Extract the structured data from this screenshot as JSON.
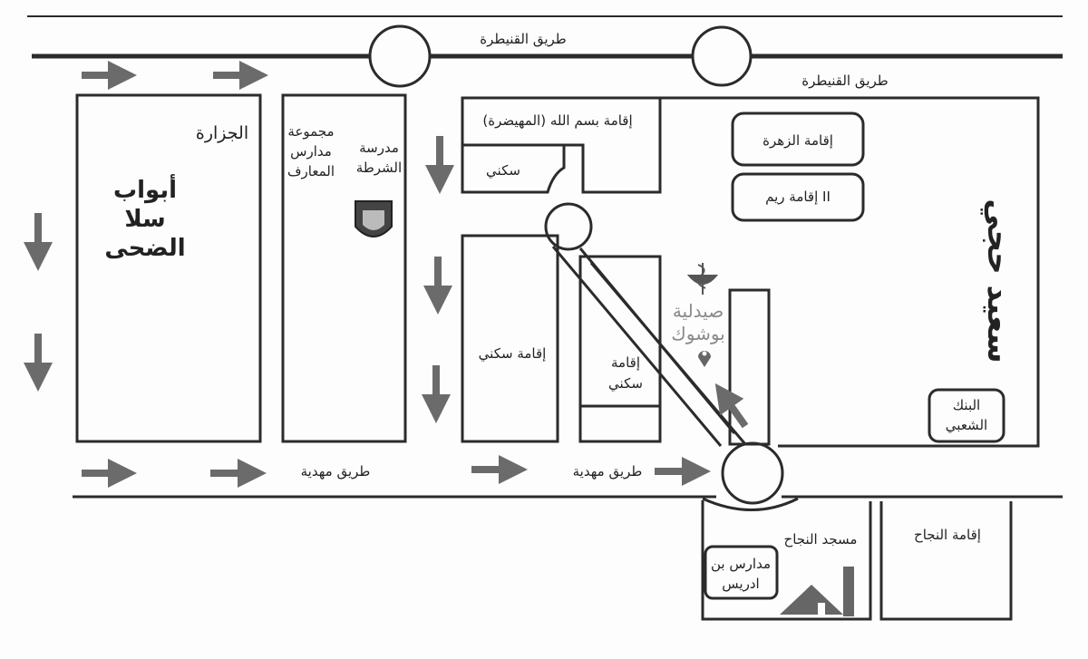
{
  "roads": {
    "top_road_1": "طريق القنيطرة",
    "top_road_2": "طريق القنيطرة",
    "bottom_road_1": "طريق مهدية",
    "bottom_road_2": "طريق مهدية",
    "right_road": "سعيد حجي"
  },
  "places": {
    "butcher": "الجزارة",
    "gate_line1": "أبواب",
    "gate_line2": "سلا",
    "gate_line3": "الضحى",
    "schools_group_line1": "مجموعة",
    "schools_group_line2": "مدارس",
    "schools_group_line3": "المعارف",
    "police_school_line1": "مدرسة",
    "police_school_line2": "الشرطة",
    "residence_bismillah": "إقامة بسم الله (المهيضرة)",
    "housing_small": "سكني",
    "residence_zahra": "إقامة الزهرة",
    "residence_reem": "إقامة ريم II",
    "residential_1_line1": "إقامة سكني",
    "residential_2_line1": "إقامة",
    "residential_2_line2": "سكني",
    "pharmacy_line1": "صيدلية",
    "pharmacy_line2": "بوشوك",
    "bank_line1": "البنك",
    "bank_line2": "الشعبي",
    "mosque": "مسجد النجاح",
    "idriss_schools_line1": "مدارس بن",
    "idriss_schools_line2": "ادريس",
    "residence_najah": "إقامة النجاح"
  },
  "colors": {
    "line": "#2b2b2b",
    "arrow": "#6b6b6b",
    "pharmacy": "#8a8a8a"
  }
}
